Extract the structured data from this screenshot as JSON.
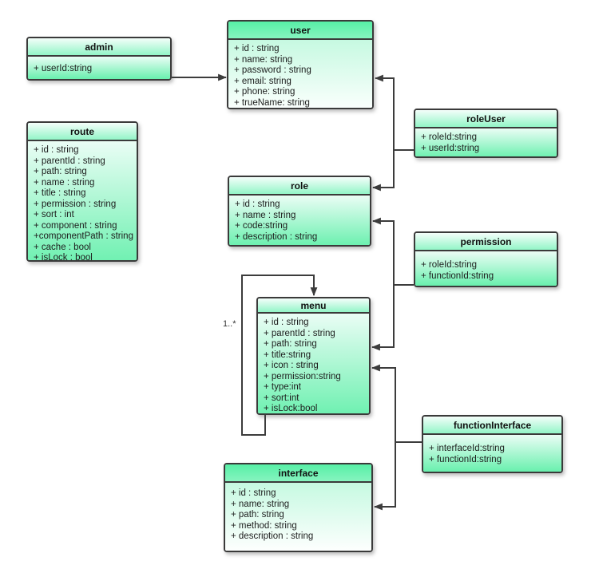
{
  "diagram": {
    "type": "uml-class-diagram",
    "classes": {
      "admin": {
        "title": "admin",
        "attributes": [
          "+ userId:string"
        ]
      },
      "user": {
        "title": "user",
        "attributes": [
          "+ id : string",
          "+ name: string",
          "+ password : string",
          "+ email: string",
          "+ phone: string",
          "+ trueName: string"
        ]
      },
      "route": {
        "title": "route",
        "attributes": [
          "+ id : string",
          "+ parentId : string",
          "+ path: string",
          "+ name : string",
          "+ title : string",
          "+ permission : string",
          "+ sort : int",
          "+ component : string",
          "+componentPath : string",
          "+ cache : bool",
          "+ isLock : bool"
        ]
      },
      "roleUser": {
        "title": "roleUser",
        "attributes": [
          "+ roleId:string",
          "+ userId:string"
        ]
      },
      "role": {
        "title": "role",
        "attributes": [
          "+ id : string",
          "+ name : string",
          "+ code:string",
          "+ description : string"
        ]
      },
      "permission": {
        "title": "permission",
        "attributes": [
          "+ roleId:string",
          "+ functionId:string"
        ]
      },
      "menu": {
        "title": "menu",
        "attributes": [
          "+ id : string",
          "+ parentId : string",
          "+ path: string",
          "+ title:string",
          "+ icon : string",
          "+ permission:string",
          "+ type:int",
          "+ sort:int",
          "+ isLock:bool"
        ]
      },
      "functionInterface": {
        "title": "functionInterface",
        "attributes": [
          "+ interfaceId:string",
          "+ functionId:string"
        ]
      },
      "interface": {
        "title": "interface",
        "attributes": [
          "+ id : string",
          "+ name: string",
          "+ path: string",
          "+ method: string",
          "+ description : string"
        ]
      }
    },
    "relationships": [
      {
        "from": "admin",
        "to": "user",
        "arrow": "filled"
      },
      {
        "from": "roleUser",
        "to": "user",
        "arrow": "filled"
      },
      {
        "from": "roleUser",
        "to": "role",
        "arrow": "filled"
      },
      {
        "from": "permission",
        "to": "role",
        "arrow": "filled"
      },
      {
        "from": "permission",
        "to": "menu",
        "arrow": "filled"
      },
      {
        "from": "functionInterface",
        "to": "menu",
        "arrow": "filled"
      },
      {
        "from": "functionInterface",
        "to": "interface",
        "arrow": "filled"
      },
      {
        "from": "menu",
        "to": "menu",
        "arrow": "filled",
        "label": "1..*"
      }
    ],
    "labels": {
      "menu_self_multiplicity": "1..*"
    },
    "colors": {
      "box_green": "#69f0ae",
      "box_light": "#ffffff",
      "border": "#3a3a3a",
      "connector": "#3c3c3c"
    }
  }
}
